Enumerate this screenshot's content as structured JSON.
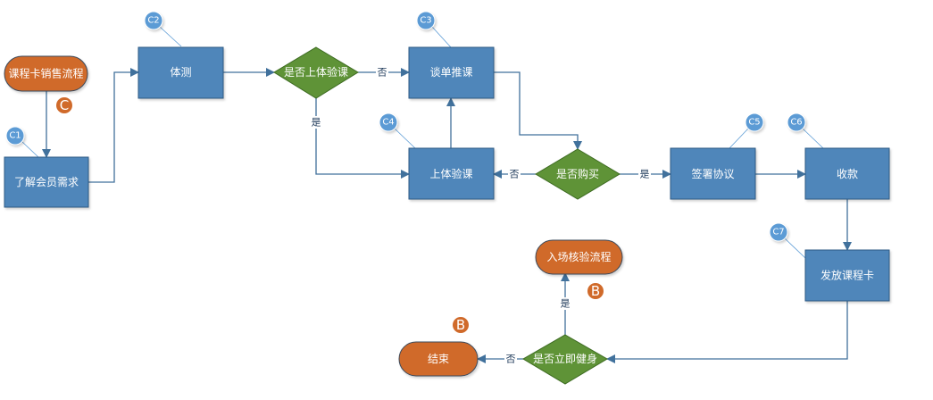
{
  "title": "课程卡销售流程",
  "colors": {
    "process_fill": "#4f86ba",
    "process_stroke": "#2e5a84",
    "decision_fill": "#5f9337",
    "terminal_fill": "#d06a2a",
    "tag_fill": "#5b9bd5",
    "edge": "#41719c"
  },
  "terminals": {
    "start": "课程卡销售流程",
    "entry_check": "入场核验流程",
    "end": "结束"
  },
  "processes": {
    "understand_needs": "了解会员需求",
    "fitness_test": "体测",
    "sales_talk": "谈单推课",
    "trial_class": "上体验课",
    "sign_agreement": "签署协议",
    "payment": "收款",
    "issue_card": "发放课程卡"
  },
  "decisions": {
    "trial_needed": "是否上体验课",
    "purchase": "是否购买",
    "workout_now": "是否立即健身"
  },
  "tags": {
    "c1": "C1",
    "c2": "C2",
    "c3": "C3",
    "c4": "C4",
    "c5": "C5",
    "c6": "C6",
    "c7": "C7"
  },
  "refs": {
    "start_ref": "C",
    "entry_ref": "B",
    "end_ref": "B"
  },
  "edge_labels": {
    "trial_no": "否",
    "trial_yes": "是",
    "purchase_no": "否",
    "purchase_yes": "是",
    "workout_yes": "是",
    "workout_no": "否"
  }
}
